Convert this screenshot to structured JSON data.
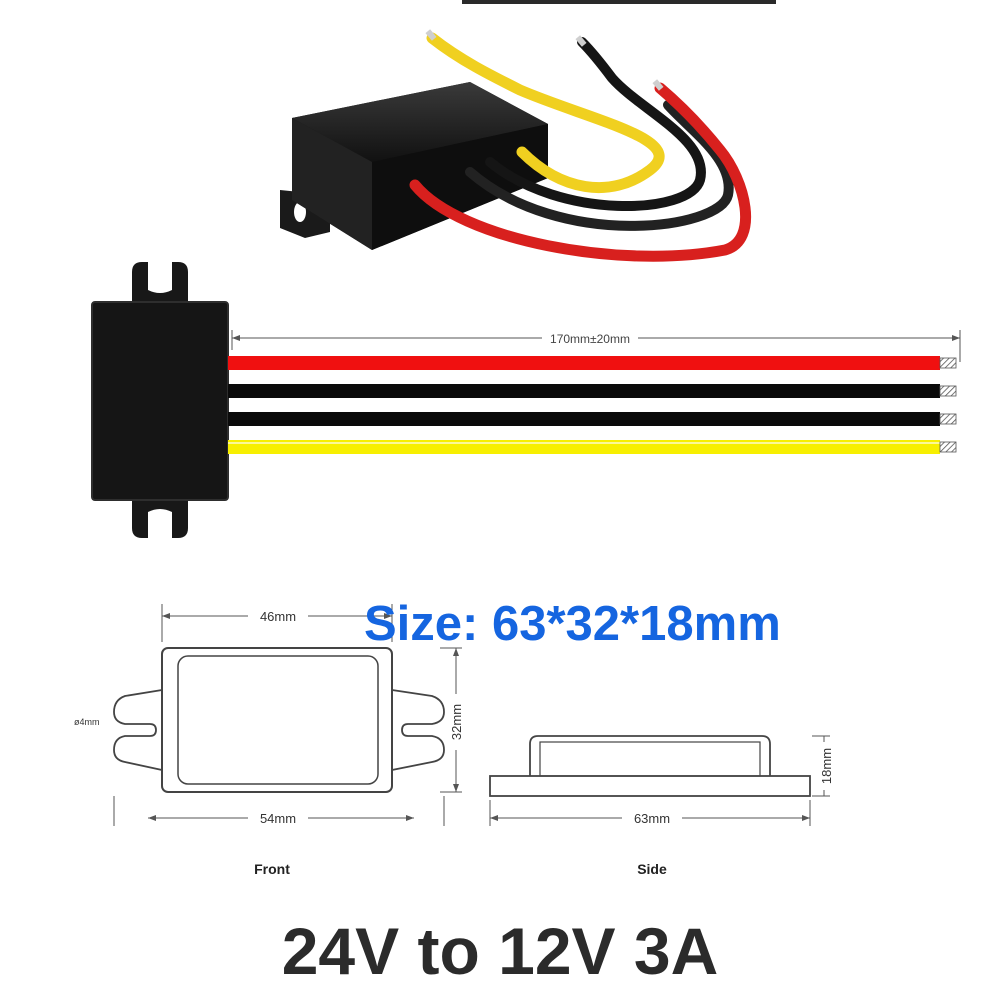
{
  "photo": {
    "wire_colors": {
      "red": "#e01b1b",
      "black": "#111111",
      "yellow": "#f2e600",
      "housing": "#1b1b1b"
    }
  },
  "wire_diagram": {
    "length_label": "170mm±20mm",
    "wires": [
      "red",
      "black",
      "black",
      "yellow"
    ]
  },
  "size_title": "Size: 63*32*18mm",
  "size_title_color": "#1565e0",
  "front_view": {
    "top_width_label": "46mm",
    "bottom_width_label": "54mm",
    "height_label": "32mm",
    "hole_label": "ø4mm",
    "caption": "Front"
  },
  "side_view": {
    "width_label": "63mm",
    "height_label": "18mm",
    "caption": "Side"
  },
  "main_title": "24V to 12V 3A"
}
